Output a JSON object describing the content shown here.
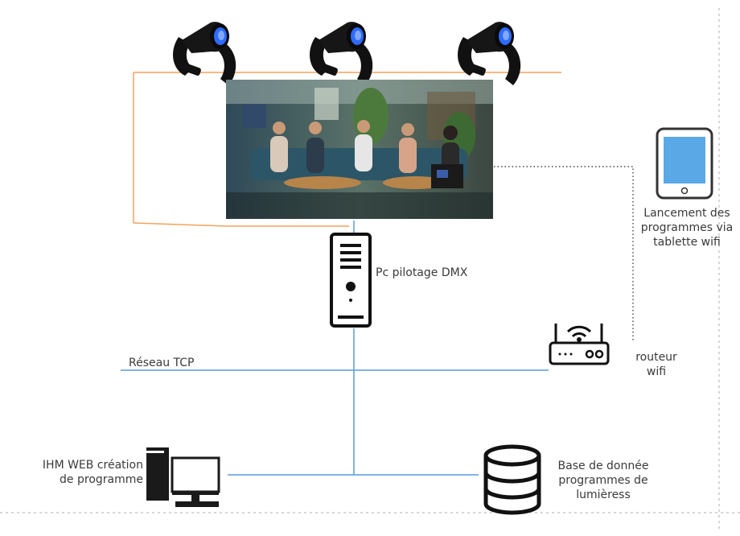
{
  "labels": {
    "pc": "Pc pilotage DMX",
    "tablet": "Lancement des\nprogrammes via\ntablette wifi",
    "router": "routeur\nwifi",
    "network": "Réseau TCP",
    "web_ui": "IHM WEB création\nde programme",
    "database": "Base de donnée\nprogrammes de\nlumièress"
  },
  "colors": {
    "orange_line": "#f5a25d",
    "blue_line": "#5b9bd5",
    "dotted": "#444444",
    "spot_light": "#2e6bff",
    "tablet_screen": "#5aa9e6",
    "icon": "#111111"
  },
  "icons": {
    "spotlights": [
      "spotlight-icon",
      "spotlight-icon",
      "spotlight-icon"
    ],
    "pc": "pc-tower-icon",
    "tablet": "tablet-icon",
    "router": "wifi-router-icon",
    "desktop": "desktop-computer-icon",
    "database": "database-icon"
  }
}
